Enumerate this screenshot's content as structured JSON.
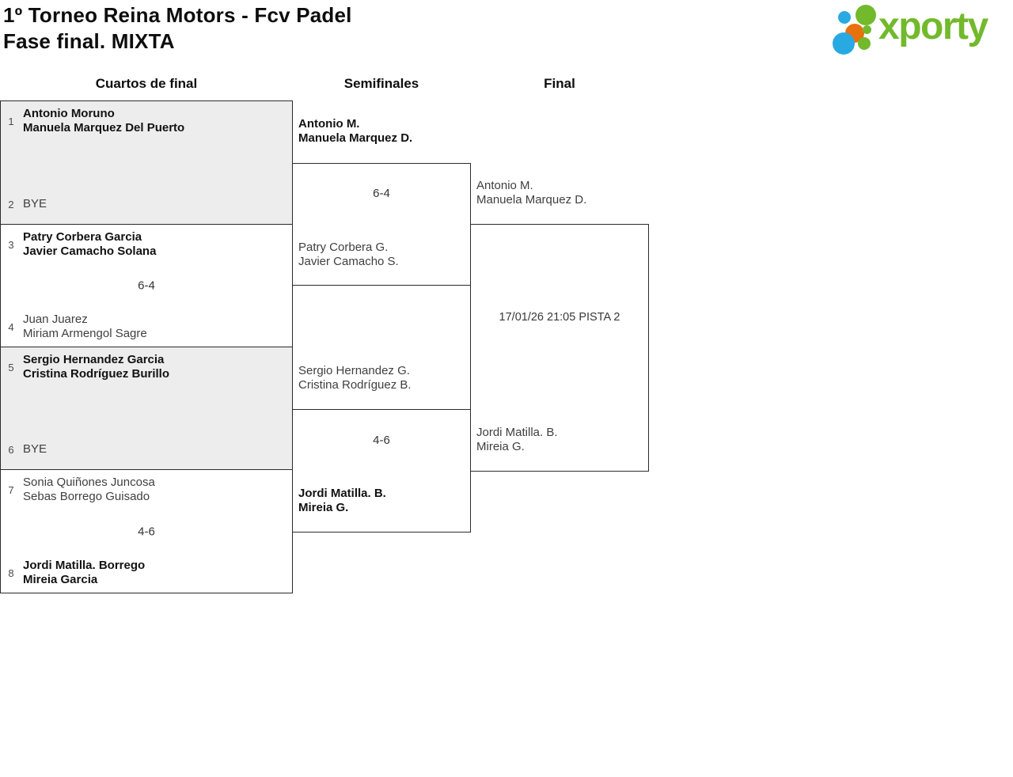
{
  "header": {
    "title_line1": "1º Torneo Reina Motors - Fcv Padel",
    "title_line2": "Fase final. MIXTA",
    "logo_text": "xporty"
  },
  "round_headers": {
    "quarterfinals": "Cuartos de final",
    "semifinals": "Semifinales",
    "final": "Final"
  },
  "quarterfinals": [
    {
      "seed_top": "1",
      "team_top": [
        "Antonio Moruno",
        "Manuela Marquez Del Puerto"
      ],
      "seed_bottom": "2",
      "team_bottom": [
        "BYE"
      ]
    },
    {
      "seed_top": "3",
      "team_top": [
        "Patry Corbera Garcia",
        "Javier Camacho Solana"
      ],
      "seed_bottom": "4",
      "team_bottom": [
        "Juan Juarez",
        "Miriam Armengol Sagre"
      ],
      "score": "6-4"
    },
    {
      "seed_top": "5",
      "team_top": [
        "Sergio Hernandez Garcia",
        "Cristina Rodríguez Burillo"
      ],
      "seed_bottom": "6",
      "team_bottom": [
        "BYE"
      ]
    },
    {
      "seed_top": "7",
      "team_top": [
        "Sonia Quiñones Juncosa",
        "Sebas Borrego Guisado"
      ],
      "seed_bottom": "8",
      "team_bottom": [
        "Jordi Matilla. Borrego",
        "Mireia Garcia"
      ],
      "score": "4-6"
    }
  ],
  "semifinals": [
    {
      "team_top": [
        "Antonio M.",
        "Manuela Marquez D."
      ],
      "team_bottom": [
        "Patry Corbera G.",
        "Javier Camacho S."
      ],
      "score": "6-4"
    },
    {
      "team_top": [
        "Sergio Hernandez G.",
        "Cristina Rodríguez B."
      ],
      "team_bottom": [
        "Jordi Matilla. B.",
        "Mireia G."
      ],
      "score": "4-6"
    }
  ],
  "final": {
    "team_top": [
      "Antonio M.",
      "Manuela Marquez D."
    ],
    "team_bottom": [
      "Jordi Matilla. B.",
      "Mireia G."
    ],
    "schedule": "17/01/26 21:05 PISTA 2"
  },
  "colors": {
    "logo_green": "#72b92c",
    "logo_blue": "#29a9e1",
    "logo_orange": "#e8710d",
    "box_border": "#2b2b2b",
    "shaded_box_bg": "#ededed",
    "winner_text": "#121212",
    "normal_text": "#3f3f3f"
  }
}
